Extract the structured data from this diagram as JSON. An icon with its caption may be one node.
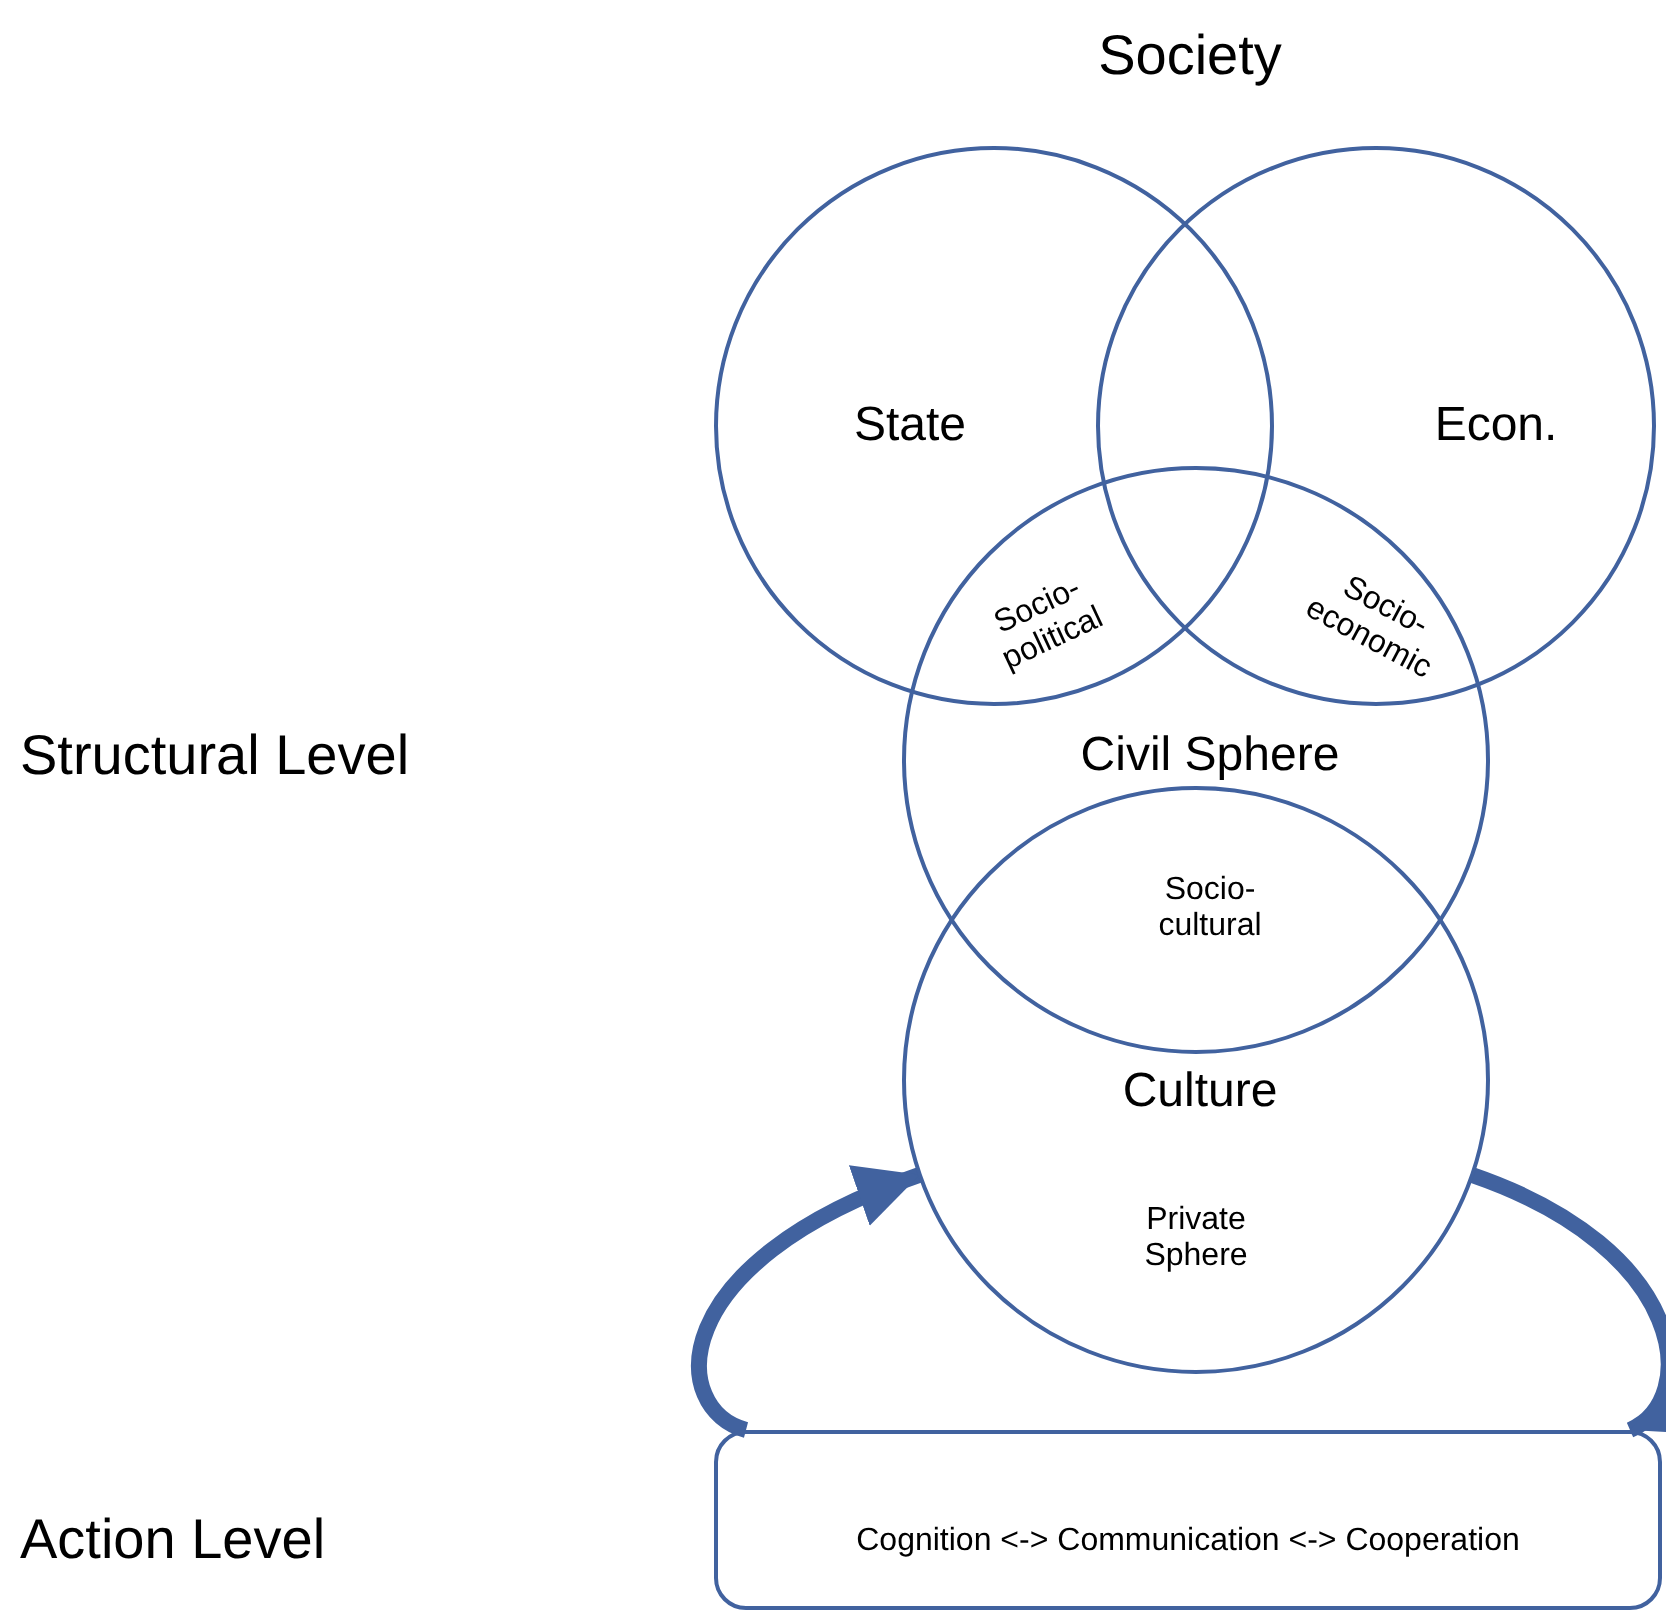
{
  "diagram": {
    "title": "Society",
    "nodes": [
      {
        "text": [
          "State"
        ]
      },
      {
        "text": [
          "Econ."
        ]
      },
      {
        "text": [
          "Civil Sphere"
        ]
      },
      {
        "text": [
          "Culture",
          "Private Sphere"
        ]
      },
      {
        "text": [
          "Cognition <-> Communication <-> Cooperation"
        ]
      }
    ],
    "edges": [
      {
        "from": 4,
        "to": 3,
        "arrow": "to"
      },
      {
        "from": 3,
        "to": 4,
        "arrow": "to"
      }
    ],
    "labels": [
      "Structural Level",
      "Socio-political",
      "Socio-economic",
      "Socio-cultural",
      "Action Level"
    ]
  }
}
